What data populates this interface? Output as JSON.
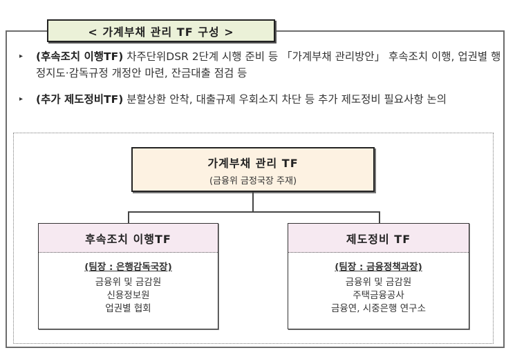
{
  "title": "< 가계부채 관리 TF 구성 >",
  "bullets": [
    {
      "marker": "▸",
      "lead": "(후속조치 이행TF)",
      "text": " 차주단위DSR 2단계 시행 준비 등 「가계부채 관리방안」 후속조치 이행, 업권별 행정지도·감독규정 개정안 마련, 잔금대출 점검 등"
    },
    {
      "marker": "▸",
      "lead": "(추가 제도정비TF)",
      "text": " 분할상환 안착, 대출규제 우회소지 차단 등 추가 제도정비 필요사항 논의"
    }
  ],
  "org": {
    "main": {
      "title": "가계부채 관리 TF",
      "subtitle": "(금융위 금정국장 주재)"
    },
    "children": [
      {
        "title": "후속조치 이행TF",
        "leader": "(팀장 : 은행감독국장)",
        "members": [
          "금융위 및 금감원",
          "신용정보원",
          "업권별 협회"
        ]
      },
      {
        "title": "제도정비 TF",
        "leader": "(팀장 : 금융정책과장)",
        "members": [
          "금융위 및 금감원",
          "주택금융공사",
          "금융연, 시중은행 연구소"
        ]
      }
    ]
  },
  "colors": {
    "title_bg": "#ebf1d8",
    "main_box_bg": "#fdf2e2",
    "child_header_bg": "#f6e9f1"
  }
}
